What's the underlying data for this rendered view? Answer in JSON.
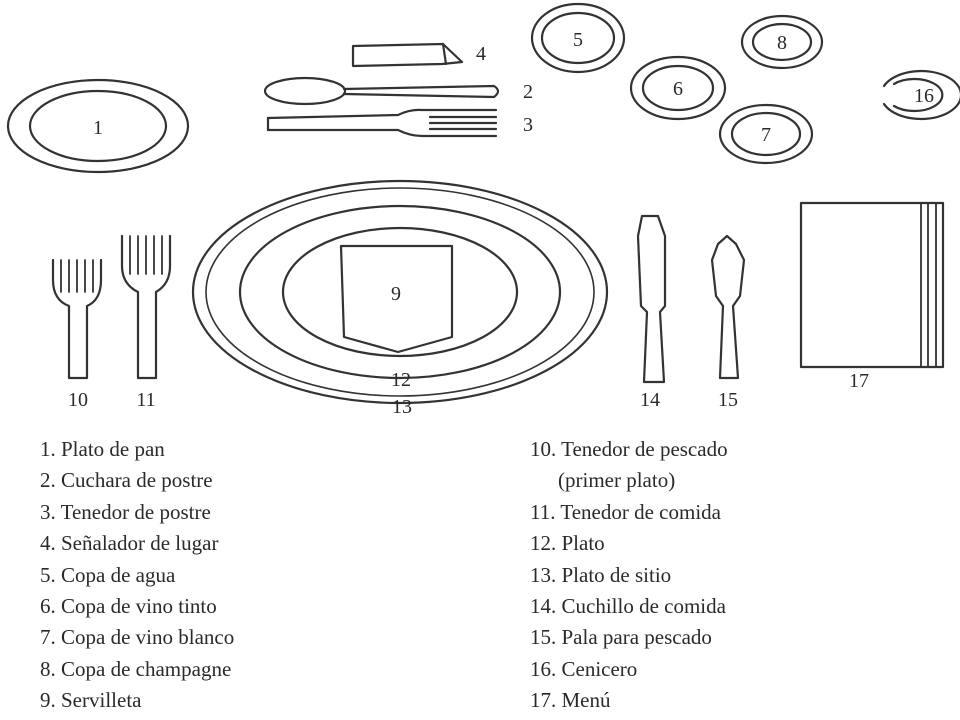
{
  "diagram_labels": {
    "n1": "1",
    "n2": "2",
    "n3": "3",
    "n4": "4",
    "n5": "5",
    "n6": "6",
    "n7": "7",
    "n8": "8",
    "n9": "9",
    "n10": "10",
    "n11": "11",
    "n12": "12",
    "n13": "13",
    "n14": "14",
    "n15": "15",
    "n16": "16",
    "n17": "17"
  },
  "legend_left": [
    {
      "num": "1.",
      "text": "Plato de pan"
    },
    {
      "num": "2.",
      "text": "Cuchara de postre"
    },
    {
      "num": "3.",
      "text": "Tenedor de postre"
    },
    {
      "num": "4.",
      "text": "Señalador de lugar"
    },
    {
      "num": "5.",
      "text": "Copa de agua"
    },
    {
      "num": "6.",
      "text": "Copa de vino tinto"
    },
    {
      "num": "7.",
      "text": "Copa de vino blanco"
    },
    {
      "num": "8.",
      "text": "Copa de champagne"
    },
    {
      "num": "9.",
      "text": "Servilleta"
    }
  ],
  "legend_right": [
    {
      "num": "10.",
      "text": "Tenedor de pescado"
    },
    {
      "num": "",
      "text": "(primer plato)"
    },
    {
      "num": "11.",
      "text": "Tenedor de comida"
    },
    {
      "num": "12.",
      "text": "Plato"
    },
    {
      "num": "13.",
      "text": "Plato de sitio"
    },
    {
      "num": "14.",
      "text": "Cuchillo de comida"
    },
    {
      "num": "15.",
      "text": "Pala para pescado"
    },
    {
      "num": "16.",
      "text": "Cenicero"
    },
    {
      "num": "17.",
      "text": "Menú"
    }
  ]
}
